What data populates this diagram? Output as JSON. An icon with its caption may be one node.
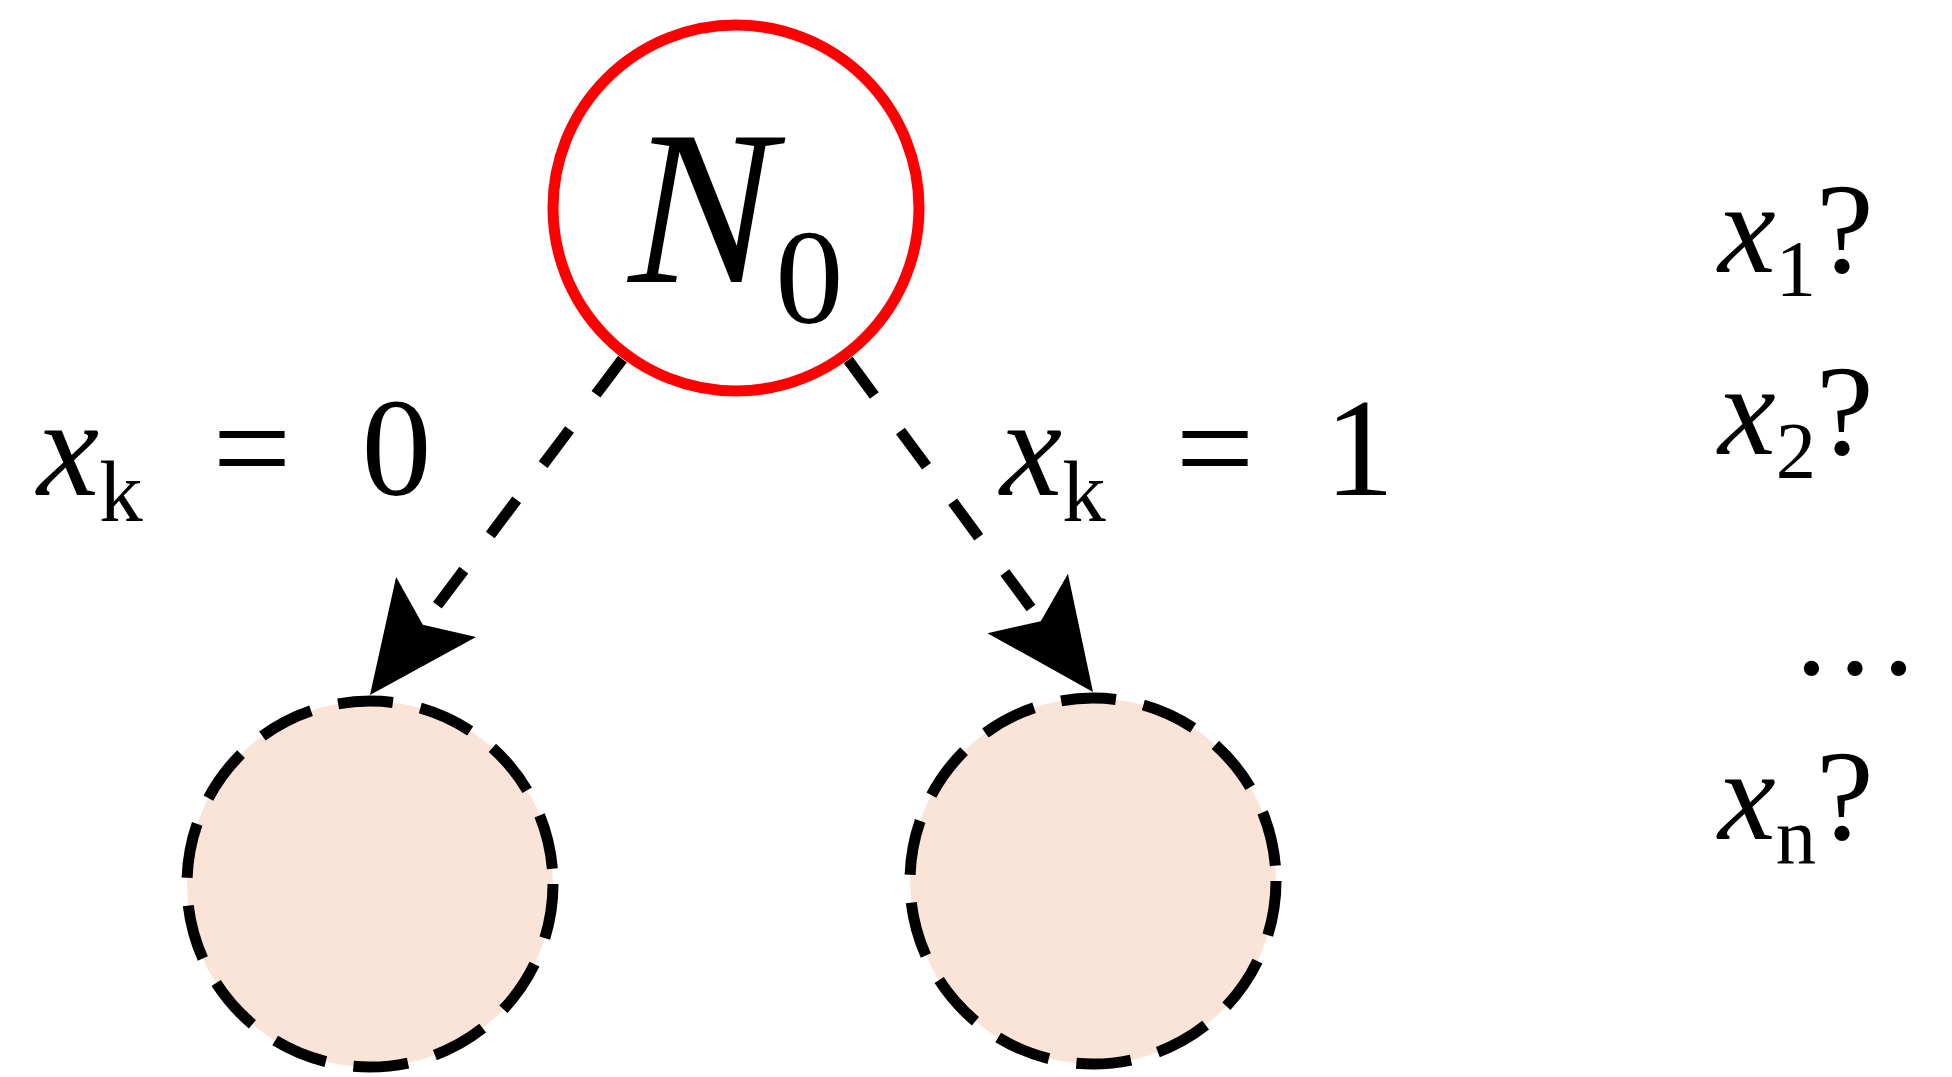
{
  "diagram": {
    "nodes": [
      {
        "text": [
          "*N*$_{0}$"
        ]
      },
      {
        "text": [],
        "shape": "circle"
      },
      {
        "text": [],
        "shape": "circle"
      }
    ],
    "edges": [
      {
        "from": 0,
        "to": 1,
        "arrow": "to",
        "label": "*x*$_{k}$ = 0",
        "style": "dashed"
      },
      {
        "from": 0,
        "to": 2,
        "arrow": "to",
        "label": "*x*$_{k}$ = 1",
        "style": "dashed"
      }
    ],
    "labels": [
      "*x*$_{1}$?",
      "*x*$_{2}$?",
      "…",
      "*x*$_{n}$?"
    ]
  }
}
